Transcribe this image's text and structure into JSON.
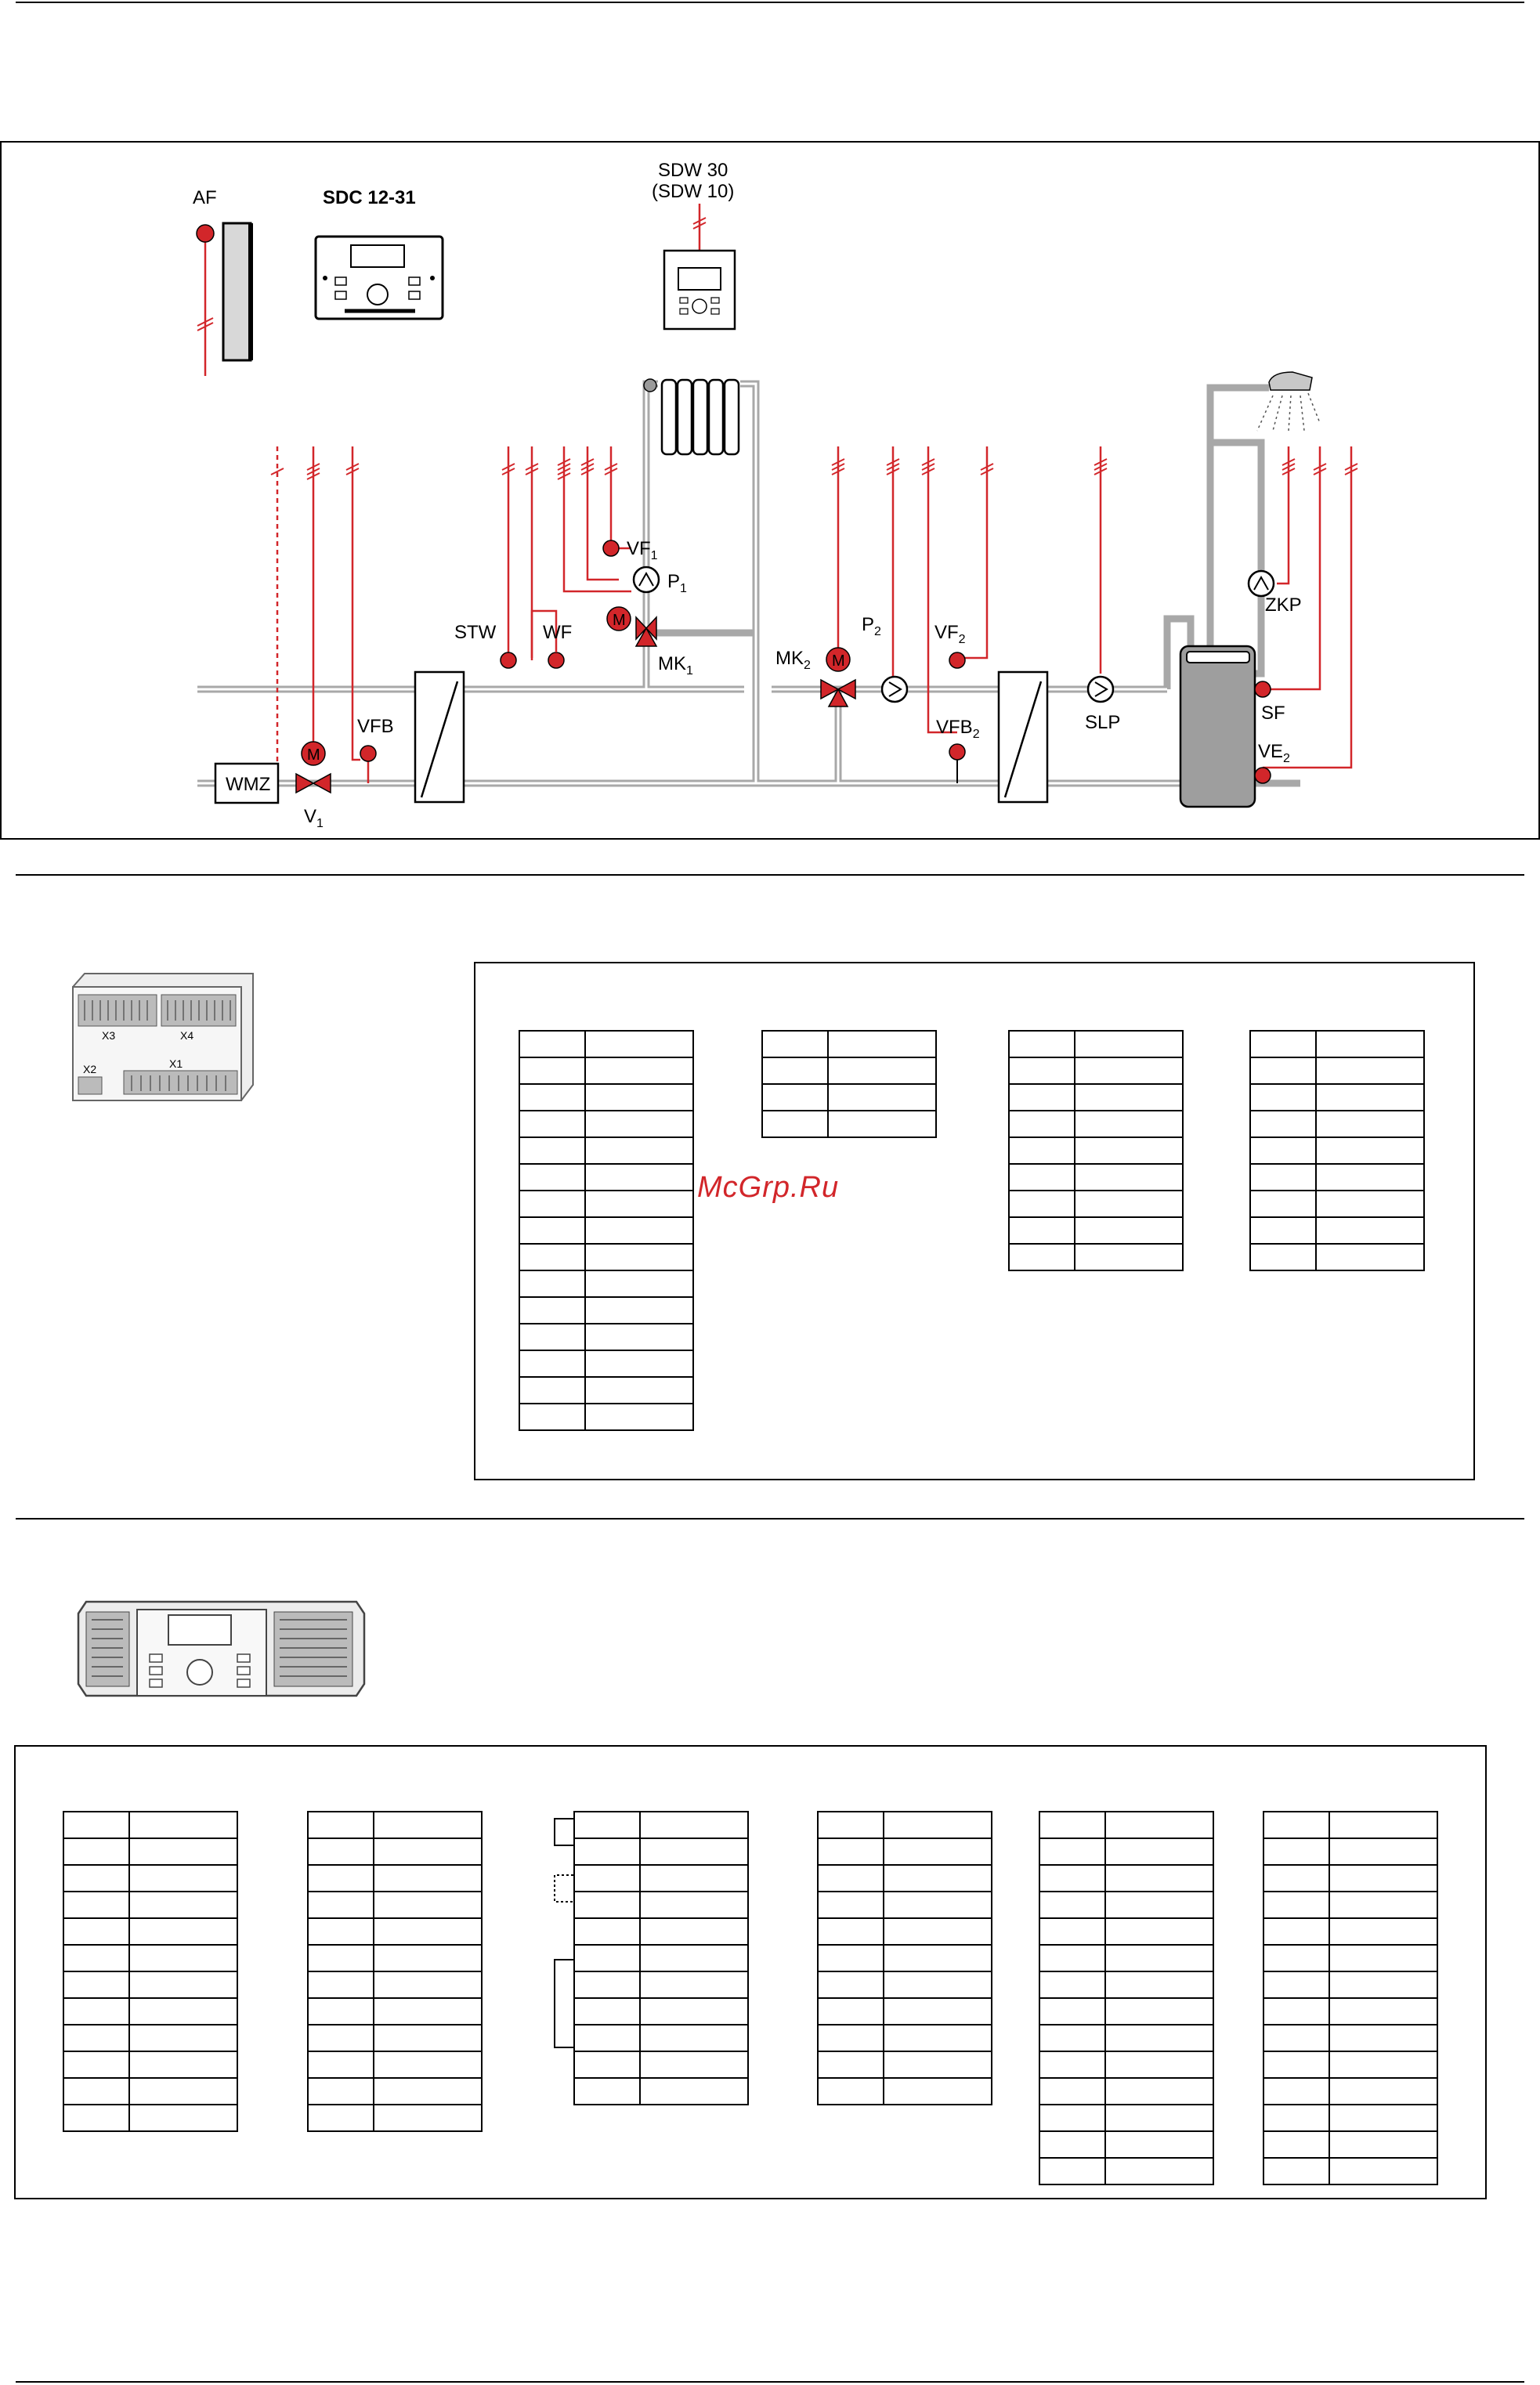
{
  "diagram": {
    "labels": {
      "af": "AF",
      "controller": "SDC 12-31",
      "sdw": "SDW 30",
      "sdw_alt": "(SDW 10)",
      "vf1": "VF",
      "vf1_sub": "1",
      "p1": "P",
      "p1_sub": "1",
      "stw": "STW",
      "wf": "WF",
      "mk1": "MK",
      "mk1_sub": "1",
      "mk2": "MK",
      "mk2_sub": "2",
      "p2": "P",
      "p2_sub": "2",
      "vf2": "VF",
      "vf2_sub": "2",
      "vfb2": "VFB",
      "vfb2_sub": "2",
      "vfb": "VFB",
      "wmz": "WMZ",
      "v1": "V",
      "v1_sub": "1",
      "slp": "SLP",
      "zkp": "ZKP",
      "sf": "SF",
      "ve2": "VE",
      "ve2_sub": "2",
      "motor": "M"
    },
    "colors": {
      "signal": "#d2262a",
      "pipe": "#a8a8a8",
      "line": "#000000"
    }
  },
  "terminal_module": {
    "labels": {
      "x3": "X3",
      "x4": "X4",
      "x2": "X2",
      "x1": "X1"
    },
    "tables": [
      {
        "rows": 15
      },
      {
        "rows": 4
      },
      {
        "rows": 9
      },
      {
        "rows": 9
      }
    ]
  },
  "controller_module": {
    "tables": [
      {
        "rows": 12
      },
      {
        "rows": 12
      },
      {
        "rows": 11
      },
      {
        "rows": 11
      },
      {
        "rows": 14
      },
      {
        "rows": 14
      }
    ]
  },
  "watermark": "McGrp.Ru"
}
